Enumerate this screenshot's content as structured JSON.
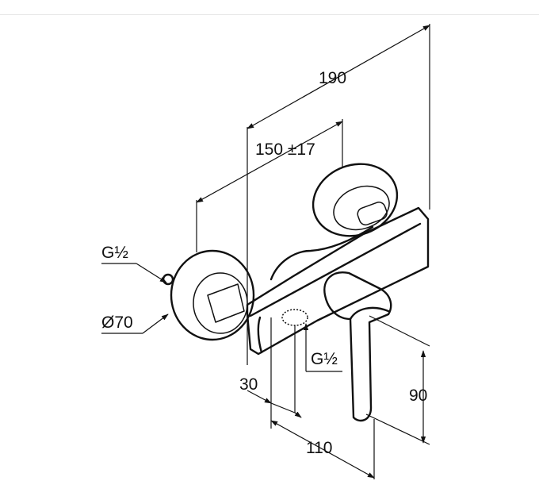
{
  "dimensions": {
    "overall_width": "190",
    "centres": "150 ±17",
    "thread_inlet": "G½",
    "escutcheon_diameter": "Ø70",
    "thread_outlet": "G½",
    "outlet_offset": "30",
    "depth": "110",
    "lever_height": "90"
  },
  "colors": {
    "line": "#111111",
    "background": "#ffffff"
  }
}
